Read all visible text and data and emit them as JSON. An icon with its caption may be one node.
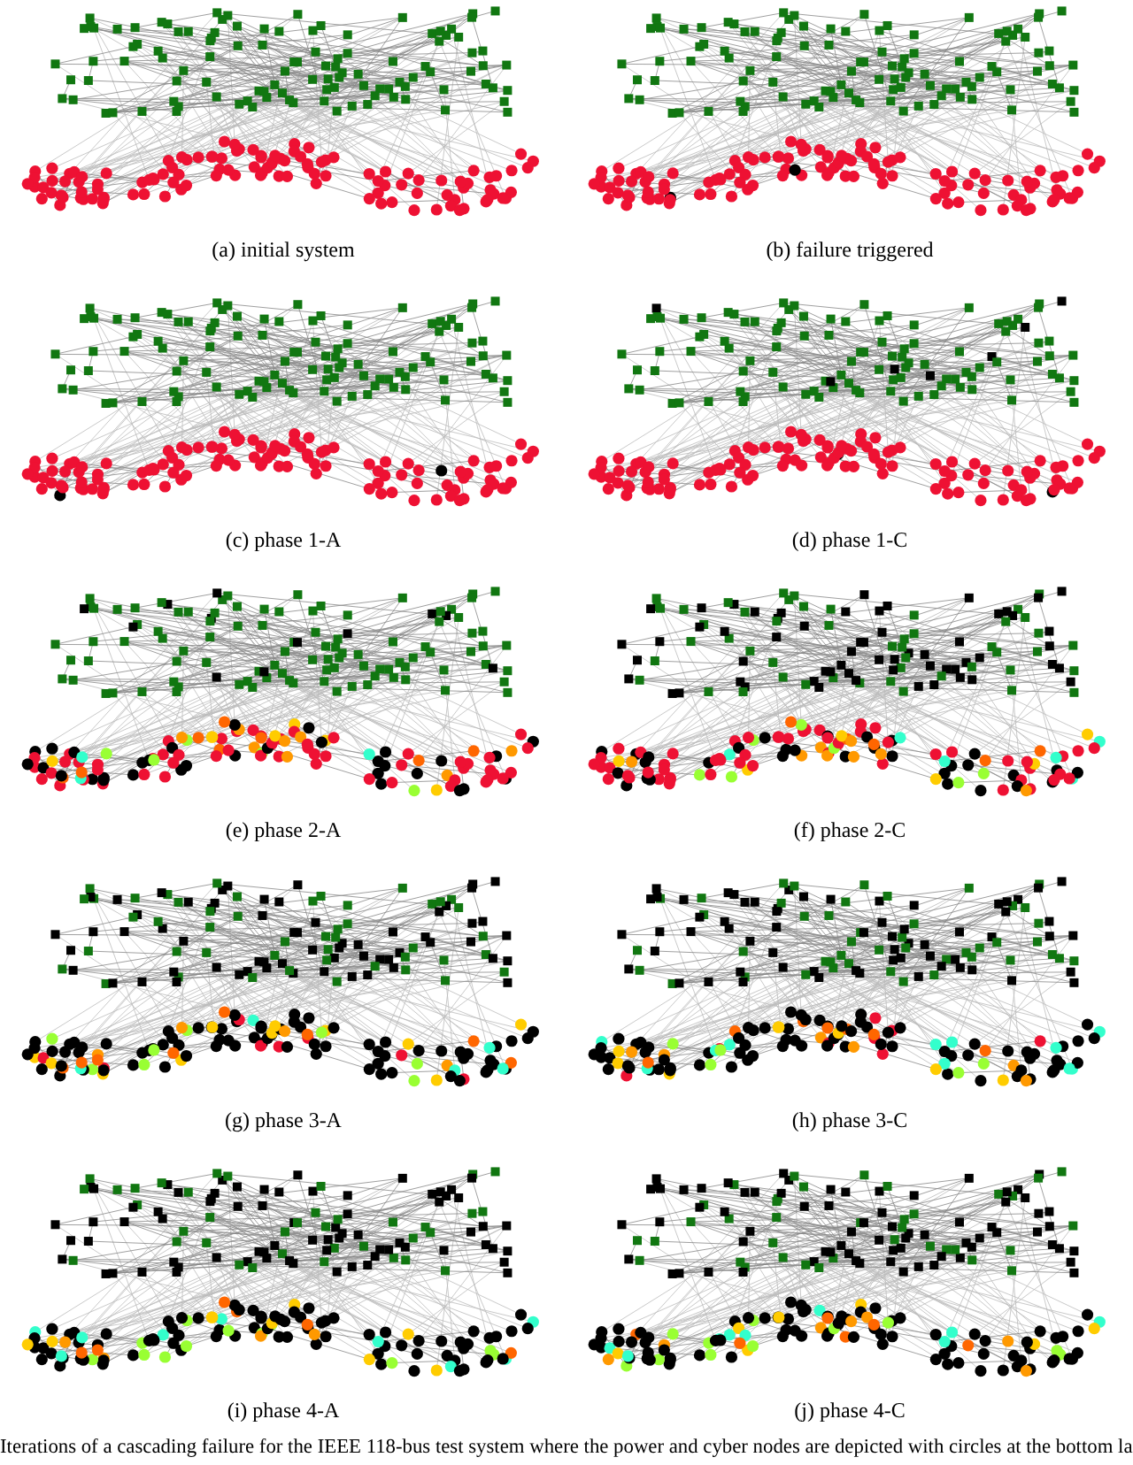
{
  "diagram": {
    "caption": "Iterations of a cascading failure for the IEEE 118-bus test system where the power and cyber nodes are depicted with circles at the bottom la",
    "labels": [
      "(a) initial system",
      "(b) failure triggered",
      "(c) phase 1-A",
      "(d) phase 1-C",
      "(e) phase 2-A",
      "(f) phase 2-C",
      "(g) phase 3-A",
      "(h) phase 3-C",
      "(i) phase 4-A",
      "(j) phase 4-C"
    ]
  }
}
